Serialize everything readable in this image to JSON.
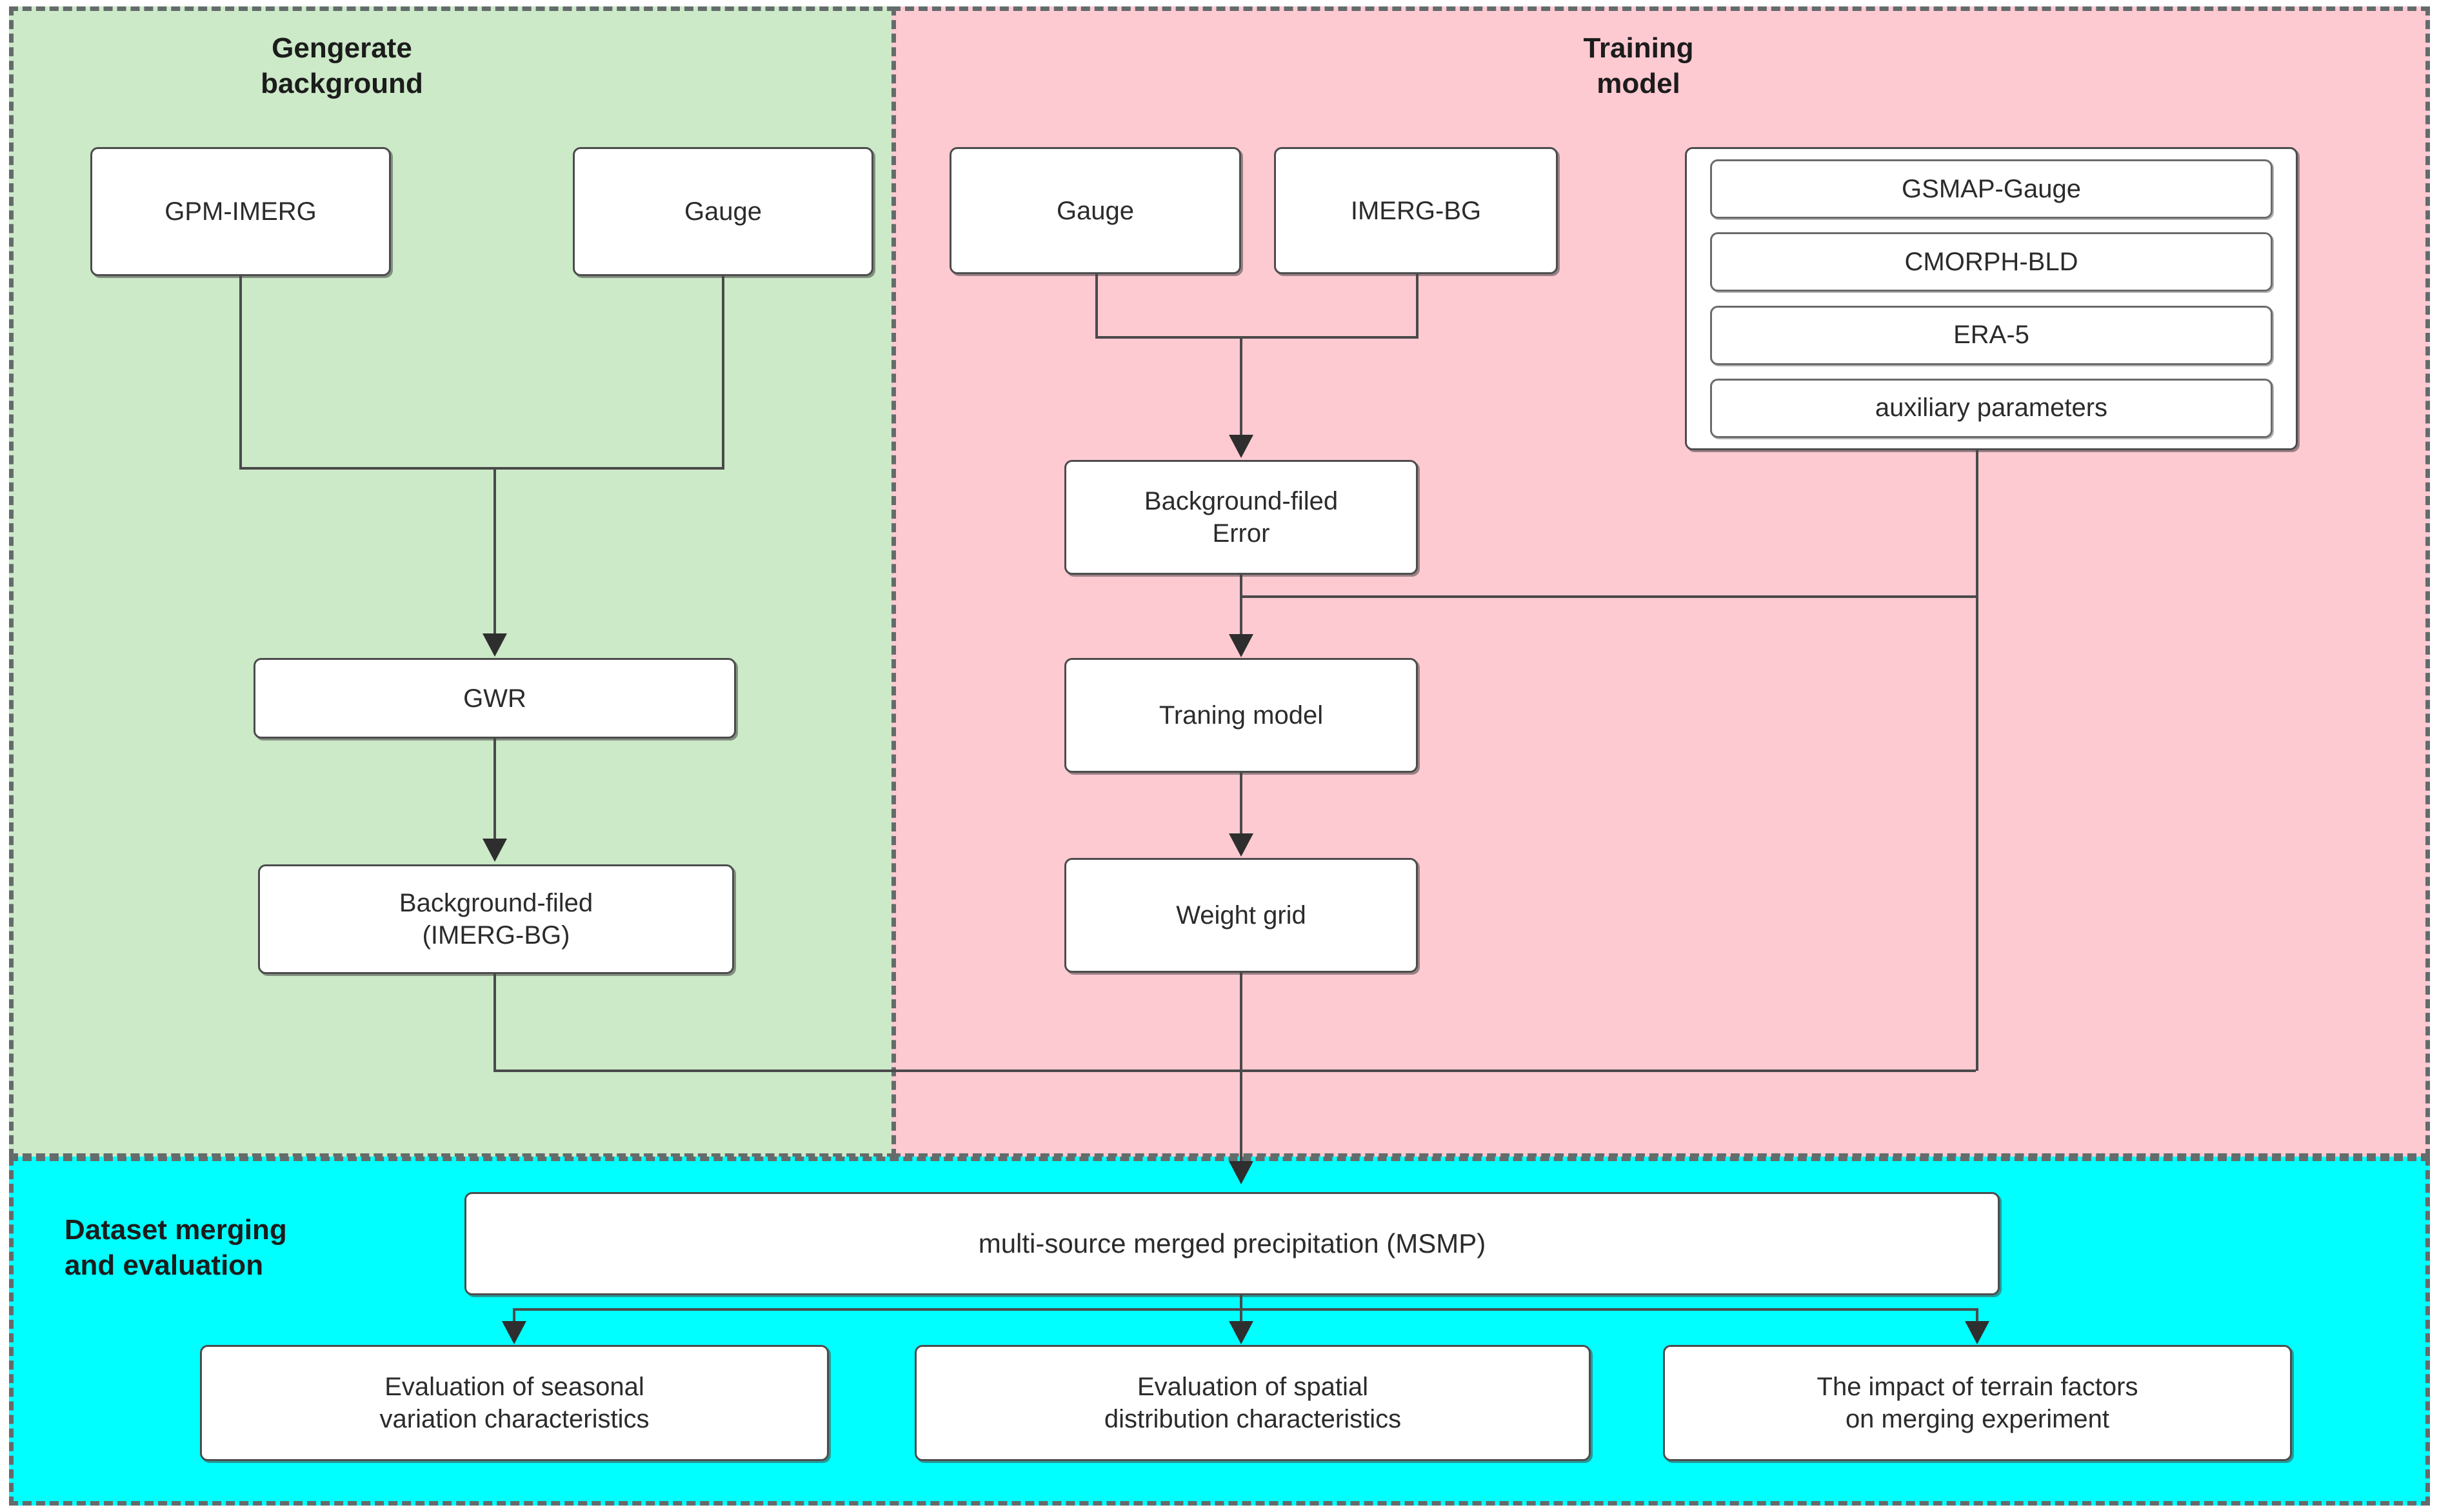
{
  "sections": {
    "green": {
      "title": "Gengerate\nbackground",
      "bg": "#cce9c8"
    },
    "pink": {
      "title": "Training\nmodel",
      "bg": "#fecad2"
    },
    "cyan": {
      "title": "Dataset merging\nand evaluation",
      "bg": "#00ffff"
    }
  },
  "nodes": {
    "gpm_imerg": "GPM-IMERG",
    "gauge_green": "Gauge",
    "gwr": "GWR",
    "background_filed": "Background-filed\n(IMERG-BG)",
    "gauge_pink": "Gauge",
    "imerg_bg": "IMERG-BG",
    "background_error": "Background-filed\nError",
    "traning_model": "Traning model",
    "weight_grid": "Weight grid",
    "msmp": "multi-source merged precipitation (MSMP)",
    "eval_seasonal": "Evaluation of seasonal\nvariation characteristics",
    "eval_spatial": "Evaluation of spatial\ndistribution characteristics",
    "eval_terrain": "The impact of terrain factors\non merging experiment"
  },
  "data_sources": [
    "GSMAP-Gauge",
    "CMORPH-BLD",
    "ERA-5",
    "auxiliary parameters"
  ],
  "colors": {
    "green_panel": "#cce9c8",
    "pink_panel": "#fecad2",
    "cyan_panel": "#00ffff",
    "node_border": "#4c4c4c",
    "connector": "#4a4a4a",
    "dash_border": "#636b6b",
    "node_fill": "#ffffff"
  }
}
